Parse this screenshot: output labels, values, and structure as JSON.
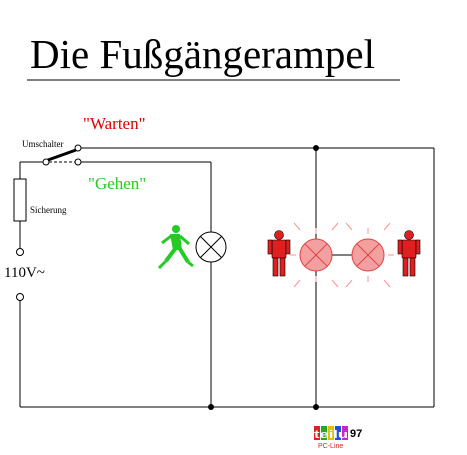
{
  "title": "Die Fußgängerampel",
  "labels": {
    "switch": "Umschalter",
    "wait": "\"Warten\"",
    "go": "\"Gehen\"",
    "fuse": "Sicherung",
    "voltage": "110V~"
  },
  "logo": {
    "text": "teilu",
    "number": "97",
    "subtext": "PC-Line"
  },
  "colors": {
    "red_label": "#e00000",
    "green_label": "#22cc22",
    "red_figure": "#e02020",
    "green_figure": "#22cc22",
    "red_lamp": "#f4a0a0"
  },
  "icons": [
    "walking-pedestrian-icon",
    "standing-pedestrian-icon",
    "lamp-icon"
  ]
}
